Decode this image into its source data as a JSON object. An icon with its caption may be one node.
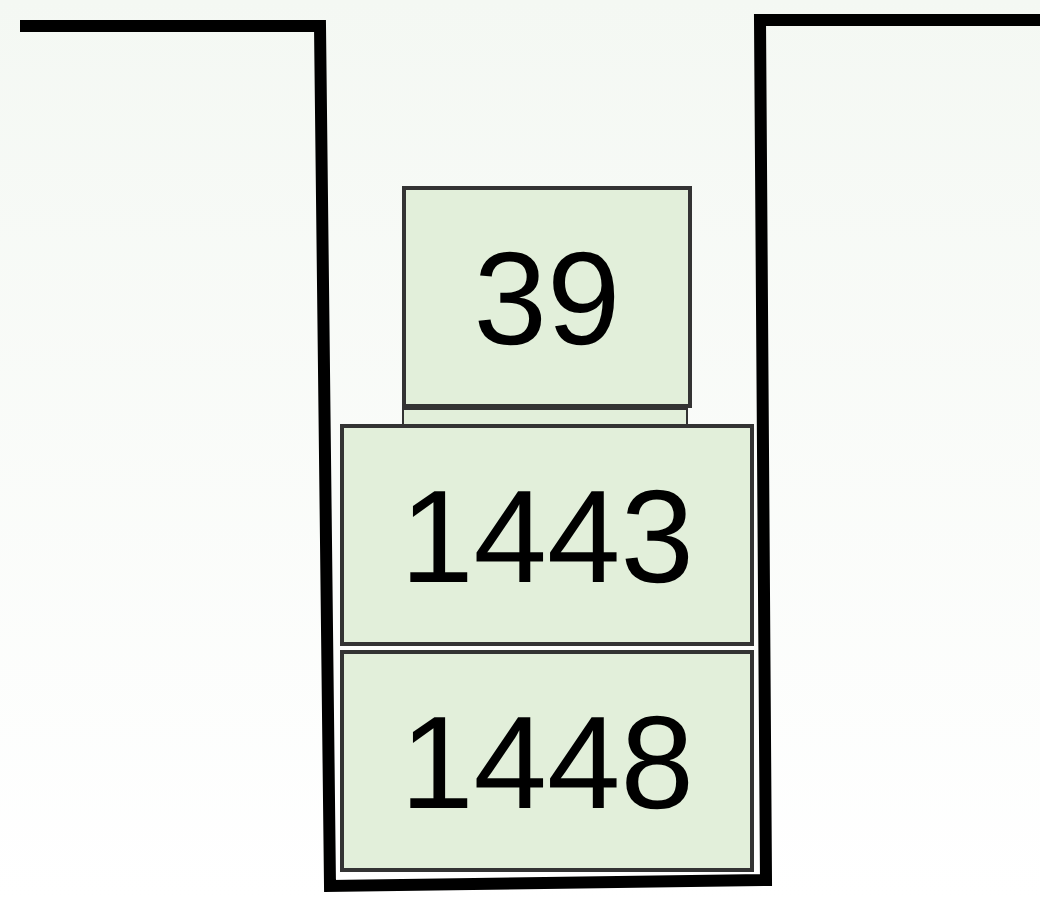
{
  "diagram": {
    "nodes": [
      {
        "text": [
          "39"
        ]
      },
      {
        "text": [],
        "shape": "bar"
      },
      {
        "text": [
          "1443"
        ]
      },
      {
        "text": [
          "1448"
        ]
      }
    ]
  }
}
